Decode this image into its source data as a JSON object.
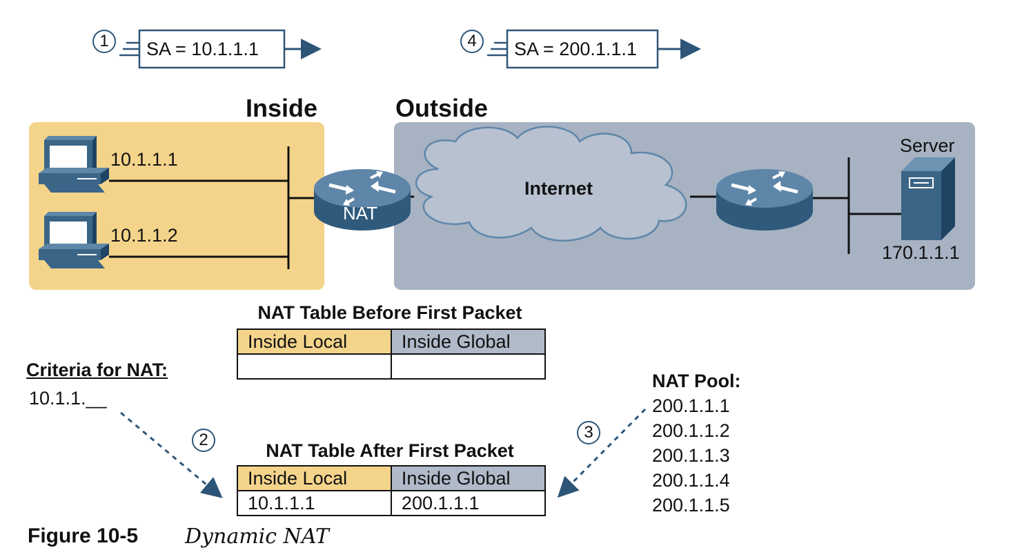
{
  "packets": [
    {
      "step": "1",
      "text": "SA = 10.1.1.1"
    },
    {
      "step": "4",
      "text": "SA = 200.1.1.1"
    }
  ],
  "regions": {
    "inside": "Inside",
    "outside": "Outside"
  },
  "hosts": [
    {
      "address": "10.1.1.1"
    },
    {
      "address": "10.1.1.2"
    }
  ],
  "nat_router_label": "NAT",
  "cloud_label": "Internet",
  "server": {
    "label": "Server",
    "address": "170.1.1.1"
  },
  "table_before": {
    "title": "NAT Table Before First Packet",
    "headers": [
      "Inside Local",
      "Inside Global"
    ],
    "row": [
      "",
      ""
    ]
  },
  "table_after": {
    "title": "NAT Table After First Packet",
    "headers": [
      "Inside Local",
      "Inside Global"
    ],
    "row": [
      "10.1.1.1",
      "200.1.1.1"
    ]
  },
  "criteria": {
    "title": "Criteria for NAT:",
    "value": "10.1.1.__"
  },
  "steps": {
    "criteria_step": "2",
    "pool_step": "3"
  },
  "pool": {
    "title": "NAT Pool:",
    "addresses": [
      "200.1.1.1",
      "200.1.1.2",
      "200.1.1.3",
      "200.1.1.4",
      "200.1.1.5"
    ]
  },
  "figure": {
    "number": "Figure 10-5",
    "caption": "Dynamic NAT"
  },
  "colors": {
    "inside_bg": "#f4d48b",
    "outside_bg": "#a7b2c2",
    "accent_blue": "#2d5577",
    "router_blue": "#3a6587",
    "cloud_fill": "#b7c1d0"
  },
  "icons": [
    "pc-icon",
    "router-icon",
    "cloud-icon",
    "server-icon",
    "arrow-icon"
  ]
}
